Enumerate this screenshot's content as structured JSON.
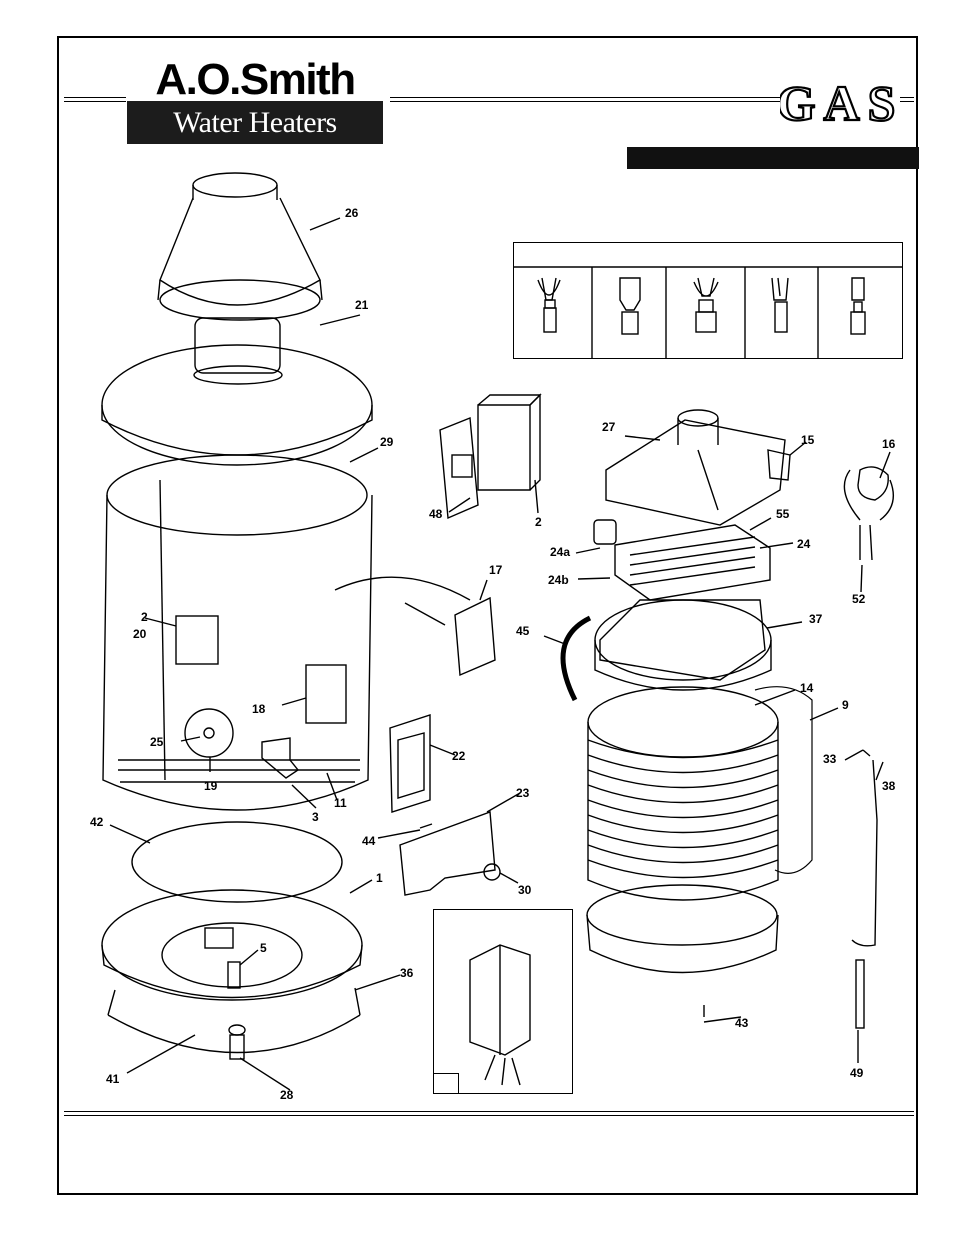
{
  "brand": {
    "name": "A.O.Smith",
    "subline": "Water Heaters",
    "fuel": "GAS"
  },
  "colors": {
    "ink": "#000000",
    "banner": "#111111"
  },
  "part_labels": [
    {
      "id": "26",
      "text": "26"
    },
    {
      "id": "21",
      "text": "21"
    },
    {
      "id": "29",
      "text": "29"
    },
    {
      "id": "2a",
      "text": "2"
    },
    {
      "id": "20",
      "text": "20"
    },
    {
      "id": "18",
      "text": "18"
    },
    {
      "id": "25",
      "text": "25"
    },
    {
      "id": "19",
      "text": "19"
    },
    {
      "id": "3",
      "text": "3"
    },
    {
      "id": "11",
      "text": "11"
    },
    {
      "id": "42",
      "text": "42"
    },
    {
      "id": "1",
      "text": "1"
    },
    {
      "id": "5",
      "text": "5"
    },
    {
      "id": "36",
      "text": "36"
    },
    {
      "id": "41",
      "text": "41"
    },
    {
      "id": "28",
      "text": "28"
    },
    {
      "id": "48",
      "text": "48"
    },
    {
      "id": "2b",
      "text": "2"
    },
    {
      "id": "17",
      "text": "17"
    },
    {
      "id": "22",
      "text": "22"
    },
    {
      "id": "23",
      "text": "23"
    },
    {
      "id": "44",
      "text": "44"
    },
    {
      "id": "30",
      "text": "30"
    },
    {
      "id": "27",
      "text": "27"
    },
    {
      "id": "15",
      "text": "15"
    },
    {
      "id": "16",
      "text": "16"
    },
    {
      "id": "55",
      "text": "55"
    },
    {
      "id": "24",
      "text": "24"
    },
    {
      "id": "24a",
      "text": "24a"
    },
    {
      "id": "24b",
      "text": "24b"
    },
    {
      "id": "52",
      "text": "52"
    },
    {
      "id": "45",
      "text": "45"
    },
    {
      "id": "37",
      "text": "37"
    },
    {
      "id": "14",
      "text": "14"
    },
    {
      "id": "9",
      "text": "9"
    },
    {
      "id": "33",
      "text": "33"
    },
    {
      "id": "38",
      "text": "38"
    },
    {
      "id": "43",
      "text": "43"
    },
    {
      "id": "49",
      "text": "49"
    }
  ]
}
